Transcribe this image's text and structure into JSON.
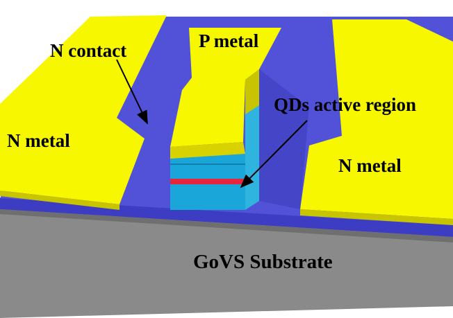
{
  "labels": {
    "n_contact": "N contact",
    "p_metal": "P metal",
    "qds_active_region": "QDs active region",
    "n_metal_left": "N metal",
    "n_metal_right": "N metal",
    "substrate": "GoVS Substrate"
  },
  "colors": {
    "metal": "#f7f700",
    "metal_side": "#c9c400",
    "mesa_blue": "#5252d9",
    "mesa_blue_dark": "#3a3ab2",
    "substrate_face": "#8a8a8a",
    "substrate_dark": "#6f6f6f",
    "active_cyan": "#1aa6d8",
    "active_red": "#e8253a",
    "text": "#000000"
  }
}
